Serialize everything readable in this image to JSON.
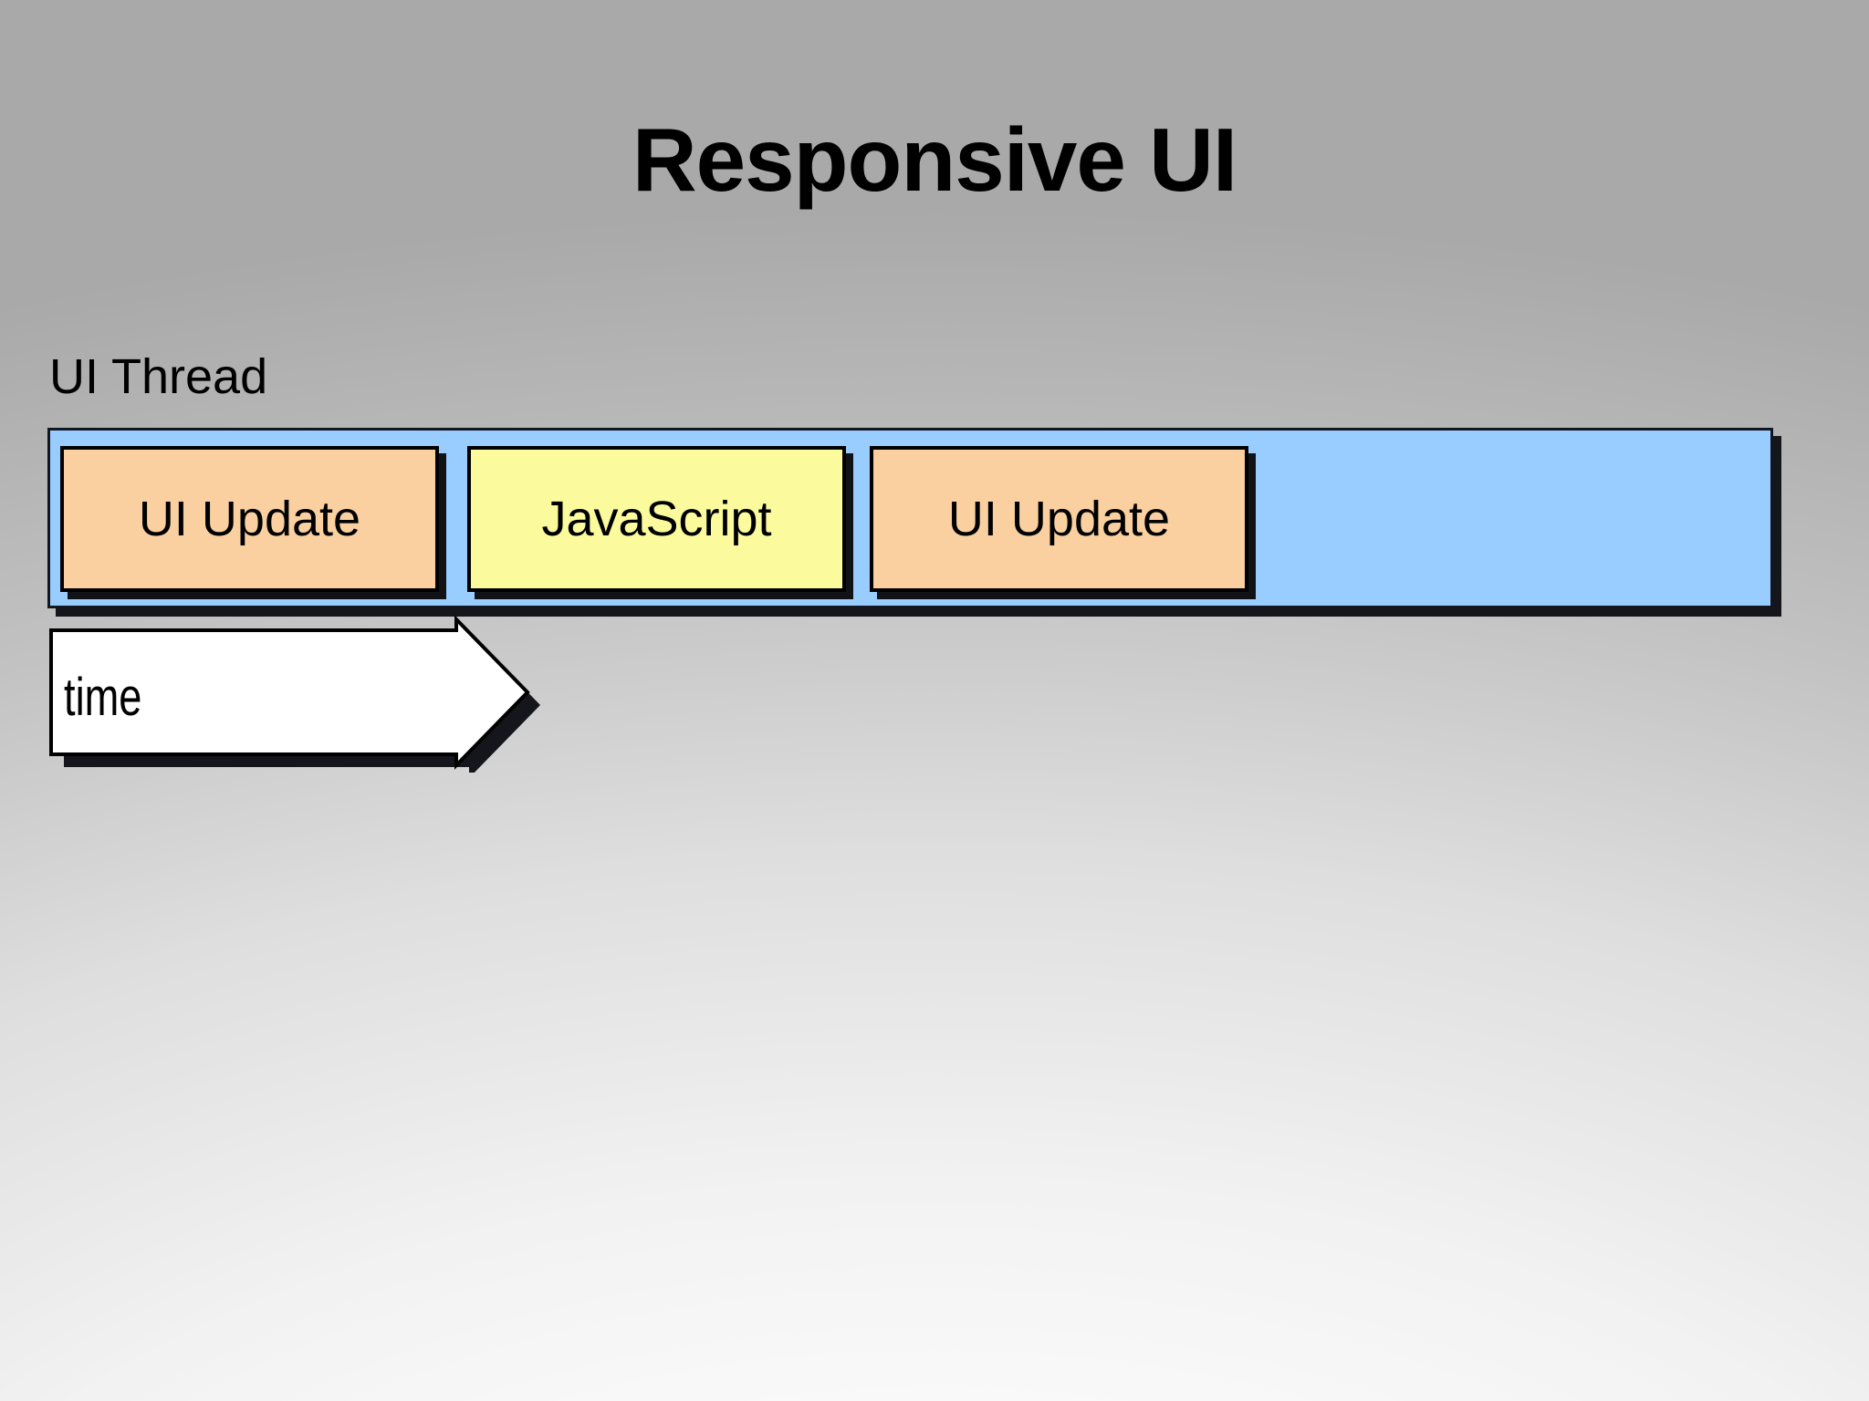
{
  "slide": {
    "title": "Responsive UI",
    "background_top_color": "#ababab",
    "background_bottom_color": "#fbfbfb"
  },
  "timeline": {
    "thread_label": "UI Thread",
    "track_color": "#99ccff",
    "blocks": [
      {
        "label": "UI Update",
        "color": "#fad0a0",
        "kind": "ui-update"
      },
      {
        "label": "JavaScript",
        "color": "#fbfb9e",
        "kind": "javascript"
      },
      {
        "label": "UI Update",
        "color": "#fad0a0",
        "kind": "ui-update"
      }
    ]
  },
  "axis": {
    "arrow_label": "time",
    "arrow_fill": "#ffffff",
    "arrow_outline": "#000000",
    "arrow_direction": "right"
  }
}
